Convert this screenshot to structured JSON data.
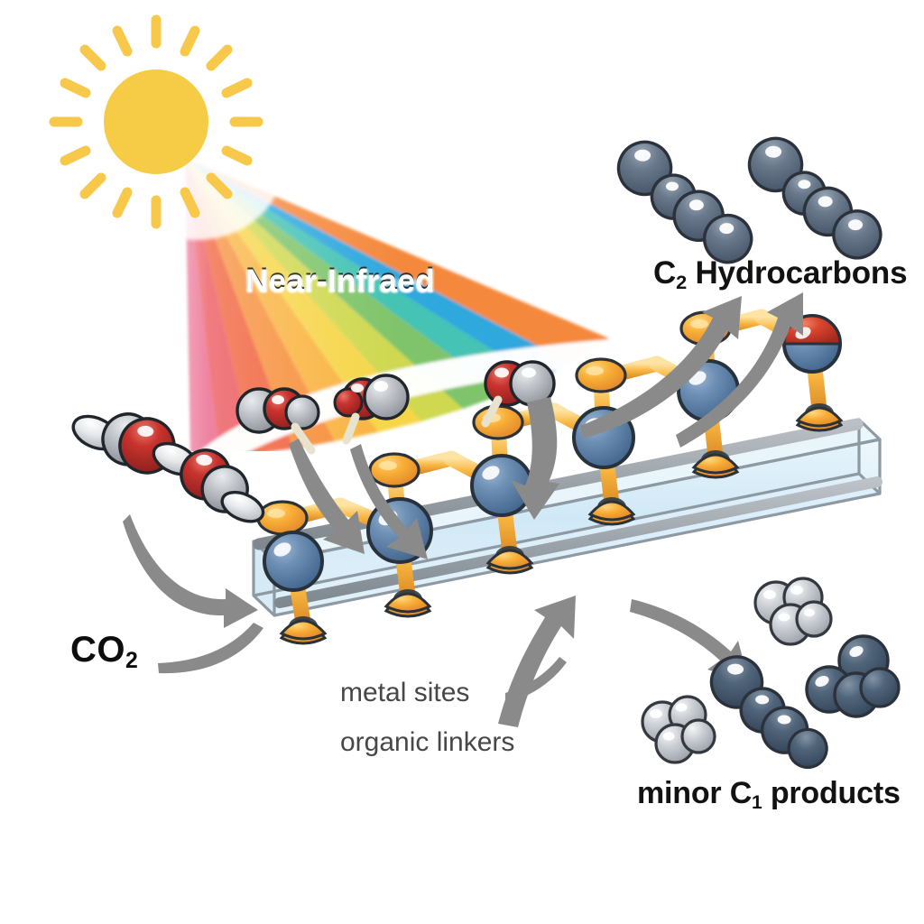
{
  "figure": {
    "type": "scientific-schematic",
    "subject": "Photocatalytic CO2 reduction over a MOF under near-infrared sunlight",
    "background_color": "#ffffff"
  },
  "light_source": {
    "name": "sun",
    "body_color": "#f6cb45",
    "ray_color": "#f8c84a",
    "ray_count": 12
  },
  "spectrum_beam": {
    "label": "Near-Infraed",
    "label_color": "#ffffff",
    "bands": [
      {
        "name": "pink",
        "color": "#e8537d"
      },
      {
        "name": "crimson",
        "color": "#ea4a4f"
      },
      {
        "name": "red-orange",
        "color": "#f05a33"
      },
      {
        "name": "orange",
        "color": "#f68b35"
      },
      {
        "name": "amber",
        "color": "#f9b23c"
      },
      {
        "name": "yellow",
        "color": "#f6d547"
      },
      {
        "name": "yellow-green",
        "color": "#cfd84f"
      },
      {
        "name": "green",
        "color": "#7fc46a"
      },
      {
        "name": "teal",
        "color": "#45c3b4"
      },
      {
        "name": "cyan",
        "color": "#2fa8dd"
      },
      {
        "name": "sky",
        "color": "#4fb7e8"
      },
      {
        "name": "orange-edge",
        "color": "#f4893c"
      }
    ]
  },
  "reactant": {
    "label": "CO",
    "label_subscript": "2",
    "label_color": "#0d0d0d",
    "molecule_colors": {
      "oxygen": "#c8322e",
      "carbon_gray": "#b9bcc0",
      "white": "#f2f2f2"
    },
    "feed_molecule_count": 2,
    "incoming_molecule_count": 3
  },
  "catalyst": {
    "name": "metal-organic framework",
    "metal_label": "metal sites",
    "linker_label": "organic linkers",
    "label_color": "#474747",
    "metal_color": "#5c7da3",
    "linker_color": "#f7ab33",
    "linker_light_color": "#fbcb5e",
    "box_fill": "#d8ecf7",
    "box_edge": "#8e9aa3",
    "node_count": 6,
    "active_node_color": "#e8563a"
  },
  "products": {
    "major": {
      "label_prefix": "C",
      "label_subscript": "2",
      "label_suffix": " Hydrocarbons",
      "full_label": "C2 Hydrocarbons",
      "sphere_color": "#68798c",
      "molecule_count": 2,
      "atoms_per_molecule": 4
    },
    "minor": {
      "label_prefix": "minor C",
      "label_subscript": "1",
      "label_suffix": " products",
      "full_label": "minor C1 products",
      "dark_sphere_color": "#4e6275",
      "light_sphere_color": "#c9cdd2",
      "molecule_count": 5
    }
  },
  "arrows": {
    "color": "#8a8a8a",
    "items": [
      {
        "name": "co2-inflow-upper",
        "from": "CO2 molecules",
        "to": "MOF left face"
      },
      {
        "name": "co2-inflow-lower",
        "from": "CO2 label",
        "to": "MOF left face"
      },
      {
        "name": "adsorb-1",
        "from": "CO2 gas",
        "to": "MOF surface"
      },
      {
        "name": "adsorb-2",
        "from": "CO2 gas",
        "to": "MOF surface"
      },
      {
        "name": "adsorb-3",
        "from": "CO2 gas",
        "to": "MOF surface"
      },
      {
        "name": "c2-outflow-left",
        "from": "MOF",
        "to": "C2 Hydrocarbons"
      },
      {
        "name": "c2-outflow-right",
        "from": "MOF",
        "to": "C2 Hydrocarbons"
      },
      {
        "name": "metal-site-pointer",
        "from": "metal sites label",
        "to": "MOF underside"
      },
      {
        "name": "c1-outflow",
        "from": "MOF",
        "to": "minor C1 products"
      },
      {
        "name": "co2-label-pointer",
        "from": "CO2 label",
        "to": "CO2 molecules"
      }
    ]
  }
}
